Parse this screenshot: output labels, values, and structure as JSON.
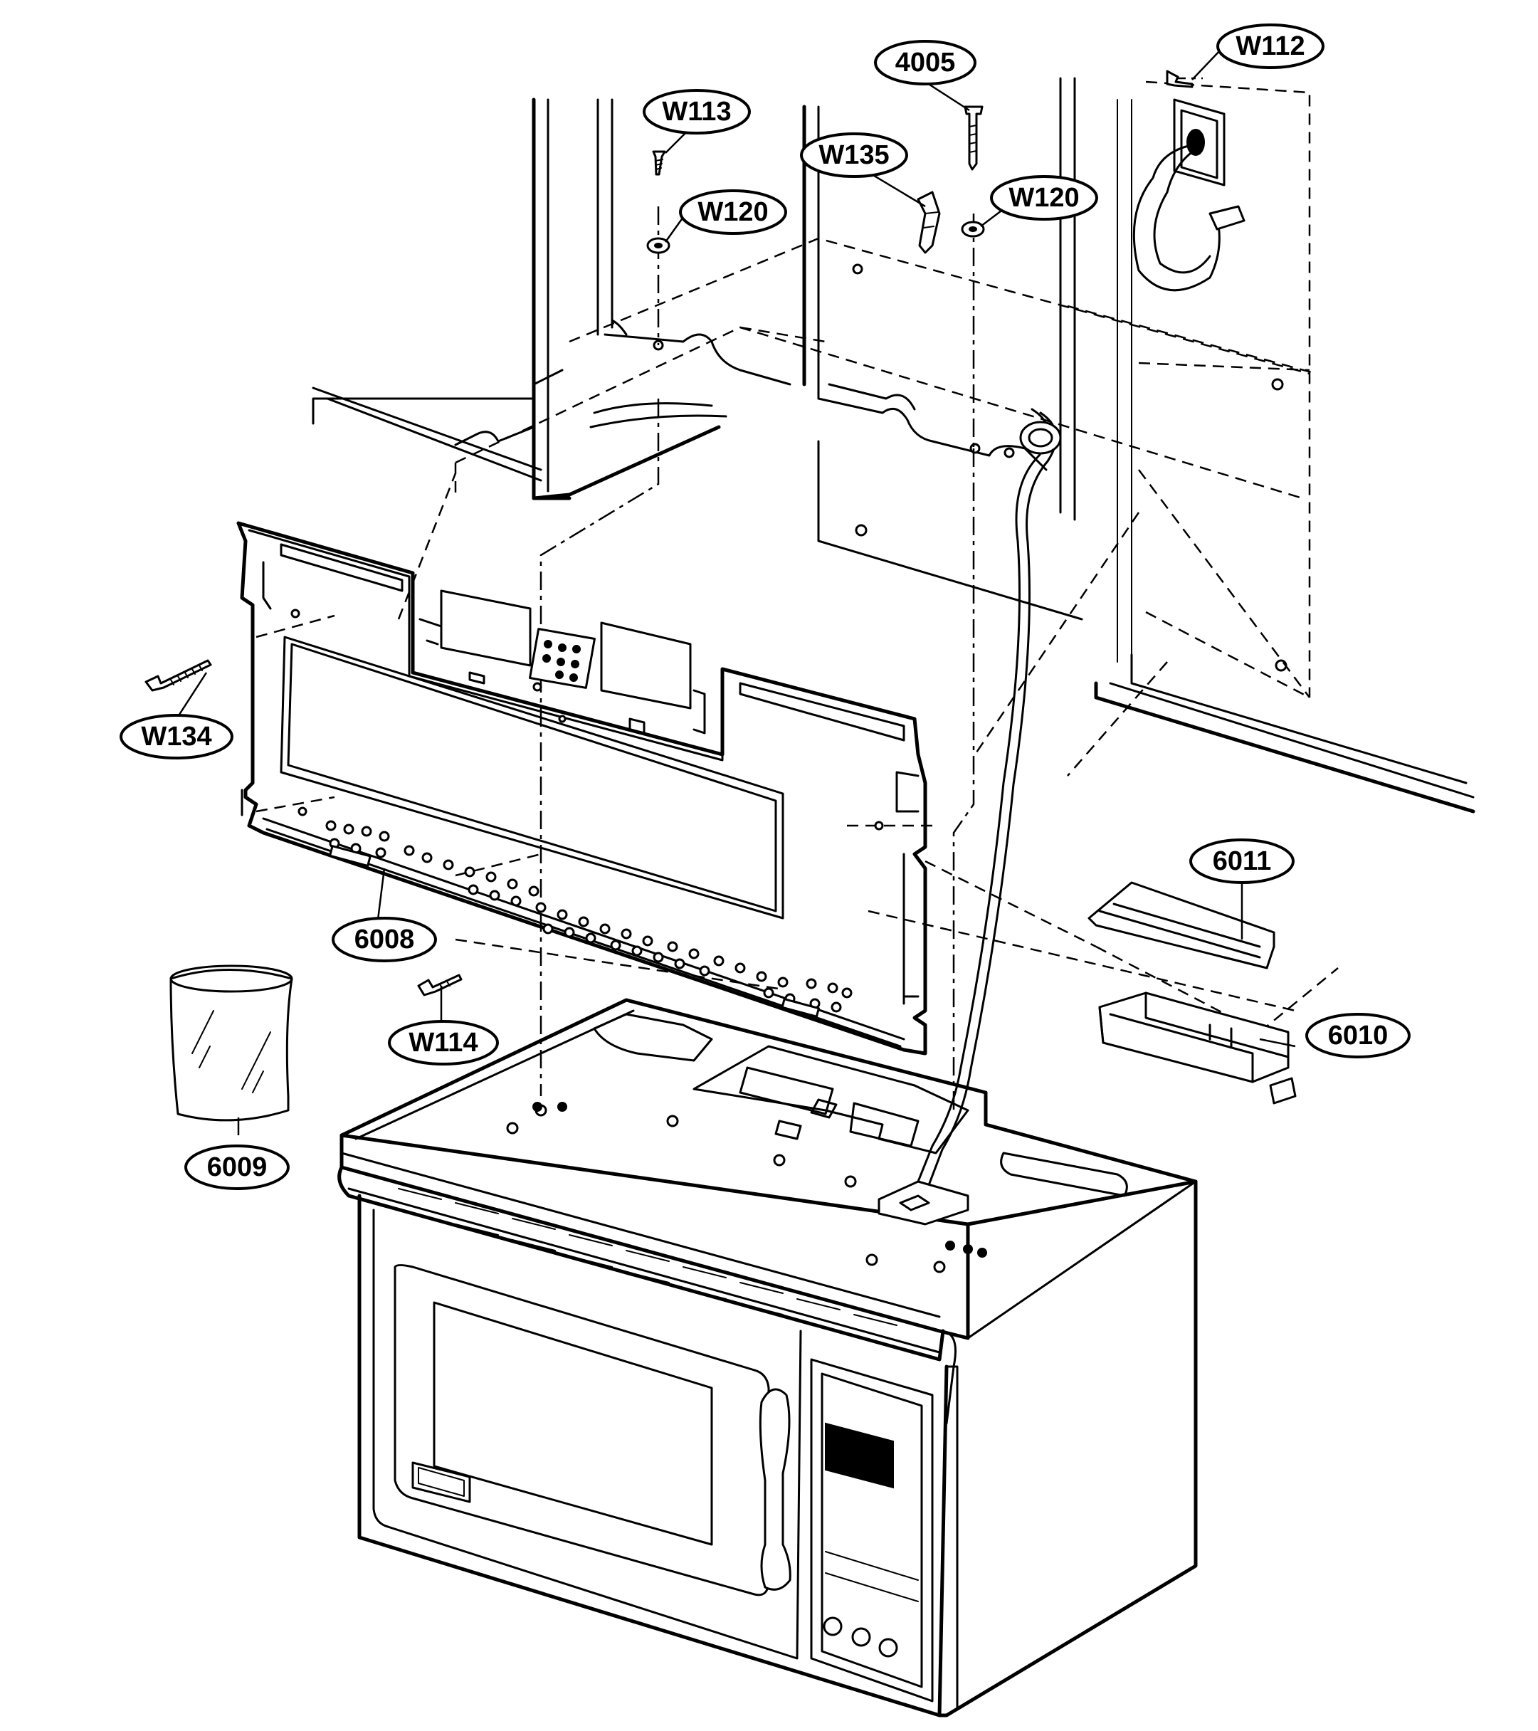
{
  "callouts": [
    {
      "id": "W112",
      "label": "W112"
    },
    {
      "id": "4005",
      "label": "4005"
    },
    {
      "id": "W113",
      "label": "W113"
    },
    {
      "id": "W135",
      "label": "W135"
    },
    {
      "id": "W120-left",
      "label": "W120"
    },
    {
      "id": "W120-right",
      "label": "W120"
    },
    {
      "id": "W134",
      "label": "W134"
    },
    {
      "id": "6008",
      "label": "6008"
    },
    {
      "id": "6011",
      "label": "6011"
    },
    {
      "id": "6010",
      "label": "6010"
    },
    {
      "id": "W114",
      "label": "W114"
    },
    {
      "id": "6009",
      "label": "6009"
    }
  ]
}
